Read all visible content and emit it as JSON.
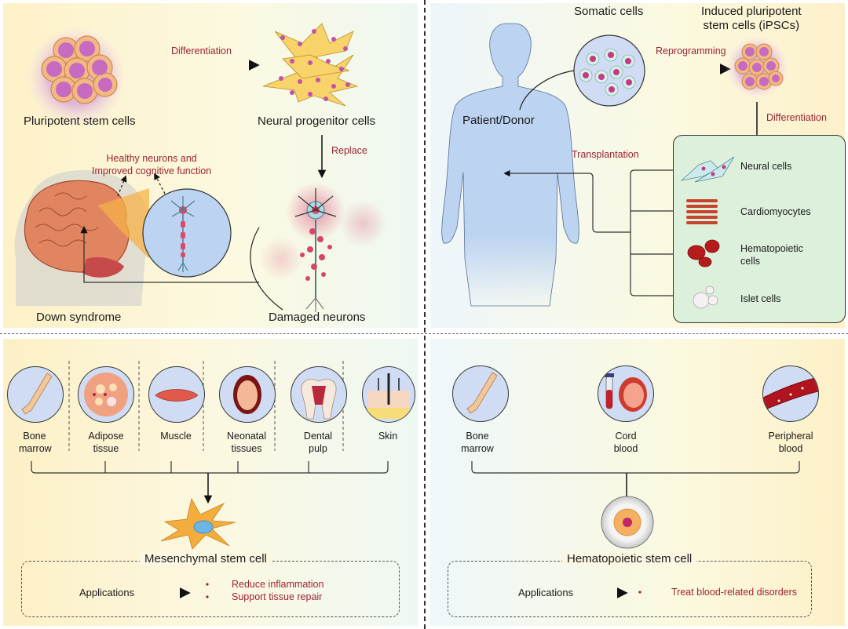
{
  "colors": {
    "accent_text": "#9b2335",
    "label_text": "#1a1a1a",
    "icon_circle_fill": "#cfdcf3",
    "cell_box_fill": "#dcf0dc",
    "body_silhouette": "#bcd3f1"
  },
  "top_left": {
    "pluripotent_label": "Pluripotent stem cells",
    "neural_progenitor_label": "Neural progenitor cells",
    "differentiation_label": "Differentiation",
    "replace_label": "Replace",
    "healthy_label_line1": "Healthy neurons and",
    "healthy_label_line2": "Improved cognitive function",
    "down_syndrome_label": "Down syndrome",
    "damaged_neurons_label": "Damaged neurons",
    "icons": [
      "pluripotent-cell-cluster-icon",
      "neural-progenitor-icon",
      "brain-icon",
      "neuron-zoom-icon",
      "damaged-neuron-icon"
    ]
  },
  "top_right": {
    "somatic_label": "Somatic cells",
    "ipsc_label_line1": "Induced pluripotent",
    "ipsc_label_line2": "stem cells (iPSCs)",
    "reprogramming_label": "Reprogramming",
    "differentiation_label": "Differentiation",
    "transplantation_label": "Transplantation",
    "patient_label": "Patient/Donor",
    "cell_types": [
      {
        "label_line1": "Neural cells",
        "label_line2": "",
        "icon": "neural-cell-icon"
      },
      {
        "label_line1": "Cardiomyocytes",
        "label_line2": "",
        "icon": "cardiomyocyte-icon"
      },
      {
        "label_line1": "Hematopoietic",
        "label_line2": "cells",
        "icon": "red-blood-cell-icon"
      },
      {
        "label_line1": "Islet cells",
        "label_line2": "",
        "icon": "islet-cell-icon"
      }
    ]
  },
  "bottom_left": {
    "sources": [
      {
        "line1": "Bone",
        "line2": "marrow",
        "icon": "bone-icon"
      },
      {
        "line1": "Adipose",
        "line2": "tissue",
        "icon": "adipose-icon"
      },
      {
        "line1": "Muscle",
        "line2": "",
        "icon": "muscle-icon"
      },
      {
        "line1": "Neonatal",
        "line2": "tissues",
        "icon": "fetus-icon"
      },
      {
        "line1": "Dental",
        "line2": "pulp",
        "icon": "tooth-icon"
      },
      {
        "line1": "Skin",
        "line2": "",
        "icon": "skin-icon"
      }
    ],
    "cell_title": "Mesenchymal stem cell",
    "applications_label": "Applications",
    "applications": [
      "Reduce inflammation",
      "Support tissue repair"
    ]
  },
  "bottom_right": {
    "sources": [
      {
        "line1": "Bone",
        "line2": "marrow",
        "icon": "bone-icon"
      },
      {
        "line1": "Cord",
        "line2": "blood",
        "icon": "cord-blood-icon"
      },
      {
        "line1": "Peripheral",
        "line2": "blood",
        "icon": "blood-vessel-icon"
      }
    ],
    "cell_title": "Hematopoietic stem cell",
    "applications_label": "Applications",
    "applications": [
      "Treat blood-related disorders"
    ]
  }
}
